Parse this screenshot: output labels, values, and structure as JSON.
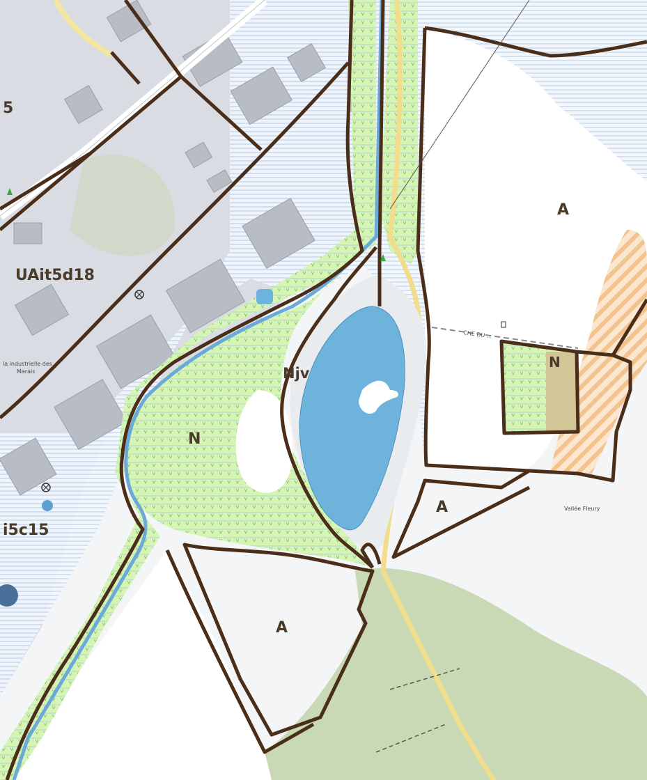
{
  "map": {
    "zones": [
      {
        "id": "a-east",
        "code": "A"
      },
      {
        "id": "n-small",
        "code": "N"
      },
      {
        "id": "uait",
        "code": "UAit5d18"
      },
      {
        "id": "njv",
        "code": "Njv"
      },
      {
        "id": "n-west",
        "code": "N"
      },
      {
        "id": "a-center",
        "code": "A"
      },
      {
        "id": "a-south",
        "code": "A"
      },
      {
        "id": "i5c15",
        "code": "i5c15"
      },
      {
        "id": "fragment-5",
        "code": "5"
      }
    ],
    "labels": {
      "zone_industrielle": "la industrielle des",
      "zone_industrielle_2": "Marais",
      "vallee": "Vallée Fleury",
      "chemin": "CHE DU ..."
    },
    "colors": {
      "boundary": "#4b2e19",
      "natural_zone": "#d8f5b0",
      "hatch_blue": "#9ec3e8",
      "lake": "#6eb3dc",
      "forest": "#c9d9b5",
      "building": "#b8bcc4",
      "agricultural_hatch": "#f5c89a"
    }
  }
}
